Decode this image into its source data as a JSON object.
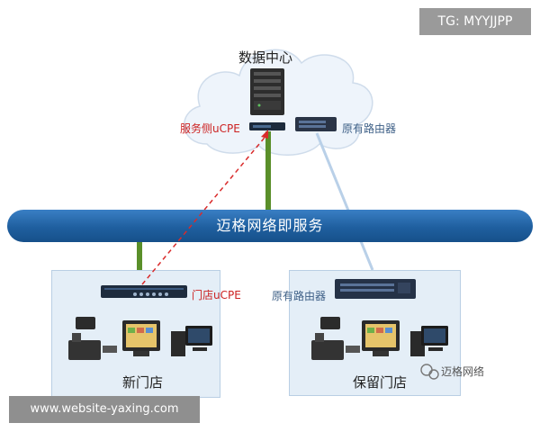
{
  "watermark_tag": "TG: MYYJJPP",
  "watermark_url": "www.website-yaxing.com",
  "wechat_brand": "迈格网络",
  "data_center": {
    "title": "数据中心",
    "ucpe_label": "服务侧uCPE",
    "router_label": "原有路由器"
  },
  "network_bar": {
    "label": "迈格网络即服务"
  },
  "new_store": {
    "title": "新门店",
    "ucpe_label": "门店uCPE"
  },
  "legacy_store": {
    "title": "保留门店",
    "router_label": "原有路由器"
  },
  "colors": {
    "bar_blue": "#1f5f9f",
    "green_link": "#5a8f2a",
    "red_dashed": "#d92b2b",
    "legacy_link": "#b9d0e8"
  }
}
